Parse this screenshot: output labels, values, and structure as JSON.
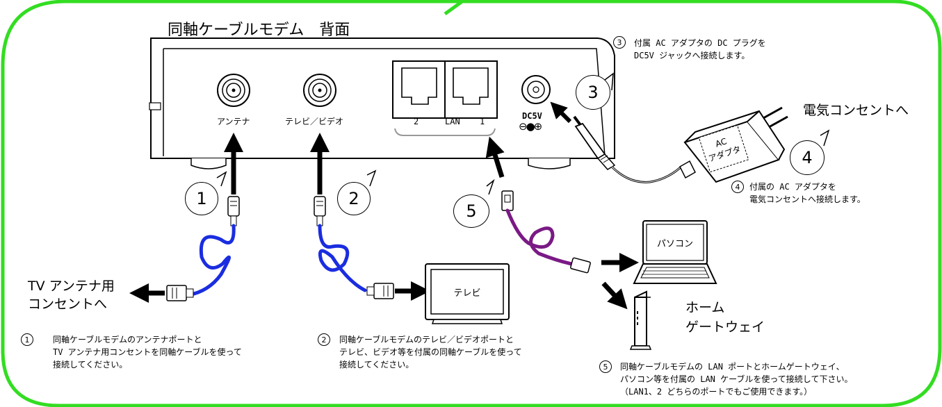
{
  "title": "同軸ケーブルモデム　背面",
  "ports": {
    "antenna": "アンテナ",
    "tv_video": "テレビ／ビデオ",
    "lan_2": "2",
    "lan_text": "LAN",
    "lan_1": "1",
    "dc5v": "DC5V",
    "dc5v_symbol": "⊖●⊕"
  },
  "labels": {
    "tv_antenna_outlet": "TV アンテナ用\nコンセントへ",
    "outlet": "電気コンセントへ",
    "home_gateway": "ホーム\nゲートウェイ",
    "tv": "テレビ",
    "pc": "パソコン",
    "ac_adapter": "AC\nアダプタ"
  },
  "steps": [
    {
      "num": "1",
      "note": "同軸ケーブルモデムのアンテナポートと\nTV アンテナ用コンセントを同軸ケーブルを使って\n接続してください。"
    },
    {
      "num": "2",
      "note": "同軸ケーブルモデムのテレビ／ビデオポートと\nテレビ、ビデオ等を付属の同軸ケーブルを使って\n接続してください。"
    },
    {
      "num": "3",
      "note": "付属 AC アダプタの DC プラグを\nDC5V ジャックへ接続します。"
    },
    {
      "num": "4",
      "note": "付属の AC アダプタを\n電気コンセントへ接続します。"
    },
    {
      "num": "5",
      "note": "同軸ケーブルモデムの LAN ポートとホームゲートウェイ、\nパソコン等を付属の LAN ケーブルを使って接続して下さい。\n（LAN1、2 どちらのポートでもご使用できます。）"
    }
  ],
  "colors": {
    "frame": "#33dd22",
    "coax_cable": "#1a2de0",
    "lan_cable": "#7a1a85"
  }
}
